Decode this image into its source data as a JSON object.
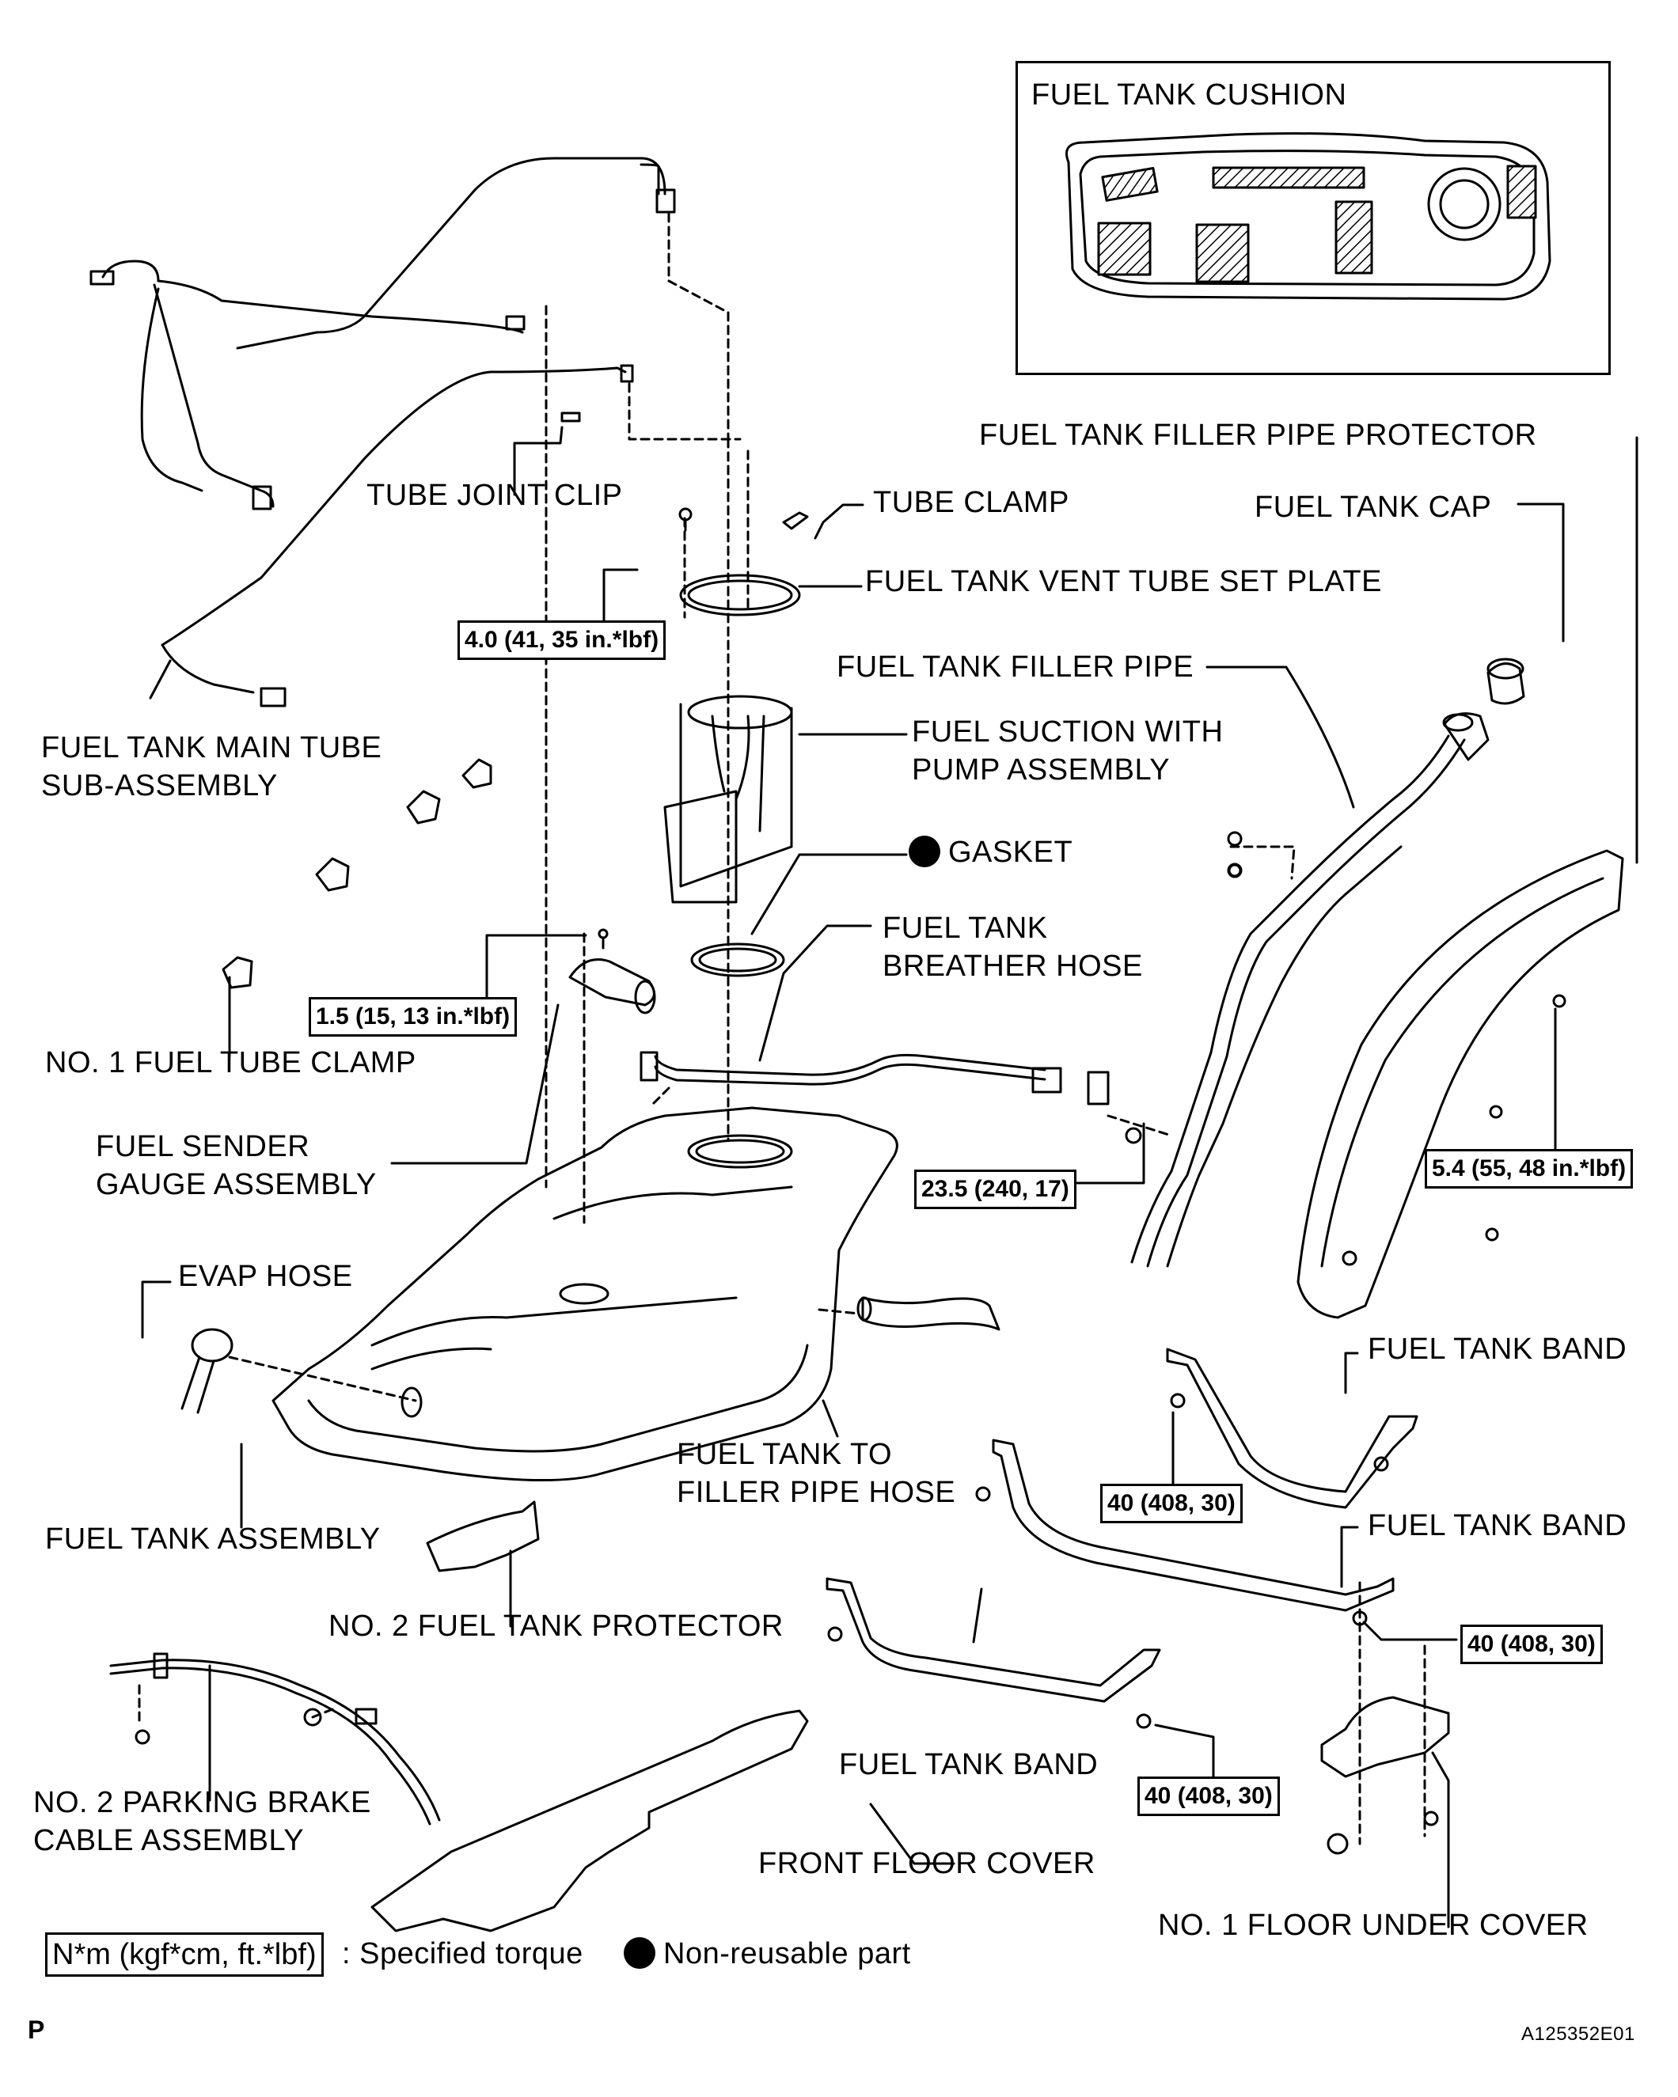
{
  "inset": {
    "title": "FUEL TANK CUSHION"
  },
  "labels": {
    "fuel_tank_main_tube": [
      "FUEL TANK MAIN TUBE",
      "SUB-ASSEMBLY"
    ],
    "tube_joint_clip": "TUBE JOINT CLIP",
    "tube_clamp": "TUBE CLAMP",
    "vent_tube_set_plate": "FUEL TANK VENT TUBE SET PLATE",
    "filler_pipe_protector": "FUEL TANK FILLER PIPE PROTECTOR",
    "fuel_tank_cap": "FUEL TANK CAP",
    "filler_pipe": "FUEL TANK FILLER PIPE",
    "suction_pump": [
      "FUEL SUCTION WITH",
      "PUMP ASSEMBLY"
    ],
    "gasket": "GASKET",
    "breather_hose": [
      "FUEL TANK",
      "BREATHER HOSE"
    ],
    "no1_fuel_tube_clamp": "NO. 1 FUEL TUBE CLAMP",
    "sender_gauge": [
      "FUEL SENDER",
      "GAUGE ASSEMBLY"
    ],
    "evap_hose": "EVAP HOSE",
    "fuel_tank_band_1": "FUEL TANK BAND",
    "fuel_tank_band_2": "FUEL TANK BAND",
    "fuel_tank_band_3": "FUEL TANK BAND",
    "to_filler_pipe_hose": [
      "FUEL TANK TO",
      "FILLER PIPE HOSE"
    ],
    "fuel_tank_assembly": "FUEL TANK ASSEMBLY",
    "no2_protector": "NO. 2 FUEL TANK PROTECTOR",
    "parking_brake_cable": [
      "NO. 2 PARKING BRAKE",
      "CABLE ASSEMBLY"
    ],
    "front_floor_cover": "FRONT FLOOR COVER",
    "no1_floor_under_cover": "NO. 1 FLOOR UNDER COVER"
  },
  "torques": {
    "pump_screw": "4.0 (41, 35 in.*lbf)",
    "sender_screw": "1.5 (15, 13 in.*lbf)",
    "filler_pipe_bolt": "23.5 (240, 17)",
    "protector_bolt": "5.4 (55, 48 in.*lbf)",
    "band_bolt_1": "40 (408, 30)",
    "band_bolt_2": "40 (408, 30)",
    "band_bolt_3": "40 (408, 30)"
  },
  "legend": {
    "torque_unit": "N*m (kgf*cm, ft.*lbf)",
    "torque_text": ": Specified torque",
    "non_reusable_text": "Non-reusable part"
  },
  "footer": {
    "left_mark": "P",
    "figure_id": "A125352E01"
  }
}
